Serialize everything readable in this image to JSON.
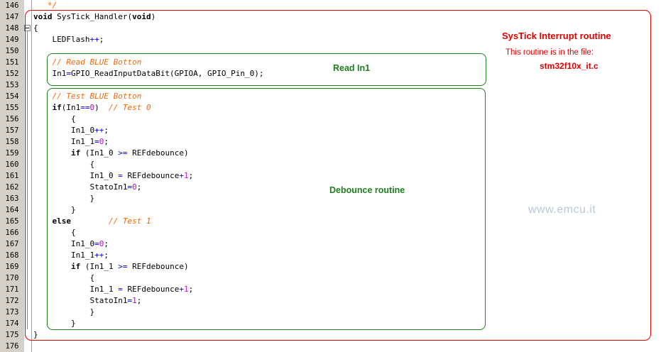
{
  "gutter": {
    "line_numbers": [
      "146",
      "147",
      "148",
      "149",
      "150",
      "151",
      "152",
      "153",
      "154",
      "155",
      "156",
      "157",
      "158",
      "159",
      "160",
      "161",
      "162",
      "163",
      "164",
      "165",
      "166",
      "167",
      "168",
      "169",
      "170",
      "171",
      "172",
      "173",
      "174",
      "175",
      "176"
    ]
  },
  "code_lines": [
    [
      {
        "t": "   */",
        "c": "cm"
      }
    ],
    [
      {
        "t": "void",
        "c": "kw"
      },
      {
        "t": " SysTick_Handler(",
        "c": ""
      },
      {
        "t": "void",
        "c": "kw"
      },
      {
        "t": ")",
        "c": ""
      }
    ],
    [
      {
        "t": "{",
        "c": ""
      }
    ],
    [
      {
        "t": "    LEDFlash",
        "c": ""
      },
      {
        "t": "++",
        "c": "op"
      },
      {
        "t": ";",
        "c": ""
      }
    ],
    [
      {
        "t": "",
        "c": ""
      }
    ],
    [
      {
        "t": "    // Read BLUE Botton",
        "c": "cm"
      }
    ],
    [
      {
        "t": "    In1",
        "c": ""
      },
      {
        "t": "=",
        "c": "op"
      },
      {
        "t": "GPIO_ReadInputDataBit(GPIOA, GPIO_Pin_0);",
        "c": ""
      }
    ],
    [
      {
        "t": "",
        "c": ""
      }
    ],
    [
      {
        "t": "    // Test BLUE Botton",
        "c": "cm"
      }
    ],
    [
      {
        "t": "    ",
        "c": ""
      },
      {
        "t": "if",
        "c": "kw"
      },
      {
        "t": "(In1",
        "c": ""
      },
      {
        "t": "==",
        "c": "op"
      },
      {
        "t": "0",
        "c": "num"
      },
      {
        "t": ")  ",
        "c": ""
      },
      {
        "t": "// Test 0",
        "c": "cm"
      }
    ],
    [
      {
        "t": "        {",
        "c": ""
      }
    ],
    [
      {
        "t": "        In1_0",
        "c": ""
      },
      {
        "t": "++",
        "c": "op"
      },
      {
        "t": ";",
        "c": ""
      }
    ],
    [
      {
        "t": "        In1_1",
        "c": ""
      },
      {
        "t": "=",
        "c": "op"
      },
      {
        "t": "0",
        "c": "num"
      },
      {
        "t": ";",
        "c": ""
      }
    ],
    [
      {
        "t": "        ",
        "c": ""
      },
      {
        "t": "if",
        "c": "kw"
      },
      {
        "t": " (In1_0 ",
        "c": ""
      },
      {
        "t": ">=",
        "c": "op"
      },
      {
        "t": " REFdebounce)",
        "c": ""
      }
    ],
    [
      {
        "t": "            {",
        "c": ""
      }
    ],
    [
      {
        "t": "            In1_0 ",
        "c": ""
      },
      {
        "t": "=",
        "c": "op"
      },
      {
        "t": " REFdebounce",
        "c": ""
      },
      {
        "t": "+",
        "c": "op"
      },
      {
        "t": "1",
        "c": "num"
      },
      {
        "t": ";",
        "c": ""
      }
    ],
    [
      {
        "t": "            StatoIn1",
        "c": ""
      },
      {
        "t": "=",
        "c": "op"
      },
      {
        "t": "0",
        "c": "num"
      },
      {
        "t": ";",
        "c": ""
      }
    ],
    [
      {
        "t": "            }",
        "c": ""
      }
    ],
    [
      {
        "t": "        }",
        "c": ""
      }
    ],
    [
      {
        "t": "    ",
        "c": ""
      },
      {
        "t": "else",
        "c": "kw"
      },
      {
        "t": "        ",
        "c": ""
      },
      {
        "t": "// Test 1",
        "c": "cm"
      }
    ],
    [
      {
        "t": "        {",
        "c": ""
      }
    ],
    [
      {
        "t": "        In1_0",
        "c": ""
      },
      {
        "t": "=",
        "c": "op"
      },
      {
        "t": "0",
        "c": "num"
      },
      {
        "t": ";",
        "c": ""
      }
    ],
    [
      {
        "t": "        In1_1",
        "c": ""
      },
      {
        "t": "++",
        "c": "op"
      },
      {
        "t": ";",
        "c": ""
      }
    ],
    [
      {
        "t": "        ",
        "c": ""
      },
      {
        "t": "if",
        "c": "kw"
      },
      {
        "t": " (In1_1 ",
        "c": ""
      },
      {
        "t": ">=",
        "c": "op"
      },
      {
        "t": " REFdebounce)",
        "c": ""
      }
    ],
    [
      {
        "t": "            {",
        "c": ""
      }
    ],
    [
      {
        "t": "            In1_1 ",
        "c": ""
      },
      {
        "t": "=",
        "c": "op"
      },
      {
        "t": " REFdebounce",
        "c": ""
      },
      {
        "t": "+",
        "c": "op"
      },
      {
        "t": "1",
        "c": "num"
      },
      {
        "t": ";",
        "c": ""
      }
    ],
    [
      {
        "t": "            StatoIn1",
        "c": ""
      },
      {
        "t": "=",
        "c": "op"
      },
      {
        "t": "1",
        "c": "num"
      },
      {
        "t": ";",
        "c": ""
      }
    ],
    [
      {
        "t": "            }",
        "c": ""
      }
    ],
    [
      {
        "t": "        }",
        "c": ""
      }
    ],
    [
      {
        "t": "}",
        "c": ""
      }
    ],
    [
      {
        "t": "",
        "c": ""
      }
    ]
  ],
  "annotations": {
    "systick_title": "SysTick Interrupt routine",
    "file_note": "This routine is in the file:",
    "file_name": "stm32f10x_it.c",
    "read_in1": "Read In1",
    "debounce": "Debounce routine",
    "watermark": "www.emcu.it"
  },
  "colors": {
    "routine_box": "#e00000",
    "section_box": "#1e7f1e",
    "comment": "#ff6600",
    "number": "#cc00cc",
    "operator": "#0000ff",
    "watermark": "#b8c8e0"
  }
}
